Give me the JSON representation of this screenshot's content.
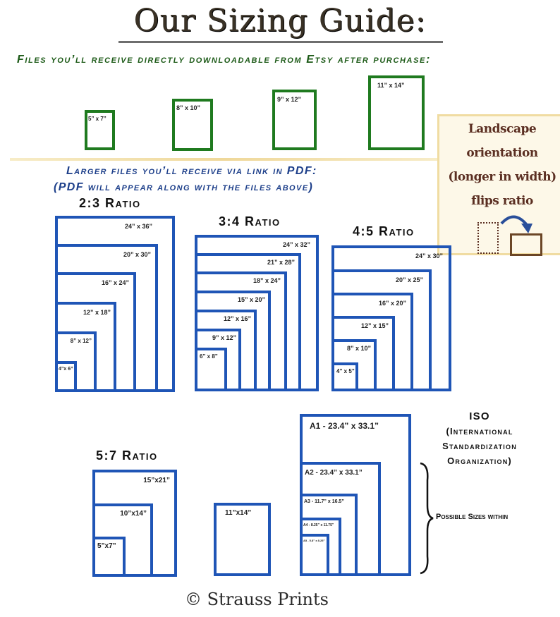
{
  "title": "Our Sizing Guide:",
  "etsy_heading": "Files you’ll receive directly downloadable from Etsy after purchase:",
  "etsy_sizes": [
    "5” x 7”",
    "8” x 10”",
    "9” x 12”",
    "11” x 14”"
  ],
  "pdf_heading_line1": "Larger files you’ll receive via link in PDF:",
  "pdf_heading_line2": "(PDF will appear along with the files above)",
  "landscape": {
    "lines": [
      "Landscape",
      "orientation",
      "(longer in width)",
      "flips ratio"
    ]
  },
  "ratio_2_3": {
    "label": "2:3 Ratio",
    "sizes": [
      "24” x 36”",
      "20” x 30”",
      "16” x 24”",
      "12” x 18”",
      "8” x 12”",
      "4”x 6”"
    ]
  },
  "ratio_3_4": {
    "label": "3:4 Ratio",
    "sizes": [
      "24” x 32”",
      "21” x 28”",
      "18” x 24”",
      "15” x 20”",
      "12” x 16”",
      "9” x 12”",
      "6” x 8”"
    ]
  },
  "ratio_4_5": {
    "label": "4:5 Ratio",
    "sizes": [
      "24” x 30”",
      "20” x 25”",
      "16” x 20”",
      "12” x 15”",
      "8” x 10”",
      "4” x 5”"
    ]
  },
  "ratio_5_7": {
    "label": "5:7 Ratio",
    "sizes": [
      "15”x21”",
      "10”x14”",
      "5”x7”"
    ]
  },
  "single_size": "11”x14”",
  "iso": {
    "heading_lines": [
      "ISO",
      "(International",
      "Standardization",
      "Organization)"
    ],
    "sizes": [
      "A1  -  23.4” x 33.1”",
      "A2  -  23.4” x 33.1”",
      "A3 - 11.7” x 16.5”",
      "A4 - 8.25” x 11.75”",
      "A5 - 5.8” x 8.25”"
    ],
    "note": "Possible Sizes within"
  },
  "copyright": "© Strauss Prints",
  "colors": {
    "green": "#1f7a1f",
    "blue": "#1f55b6",
    "brown": "#5b2f22",
    "title": "#3a3226"
  }
}
